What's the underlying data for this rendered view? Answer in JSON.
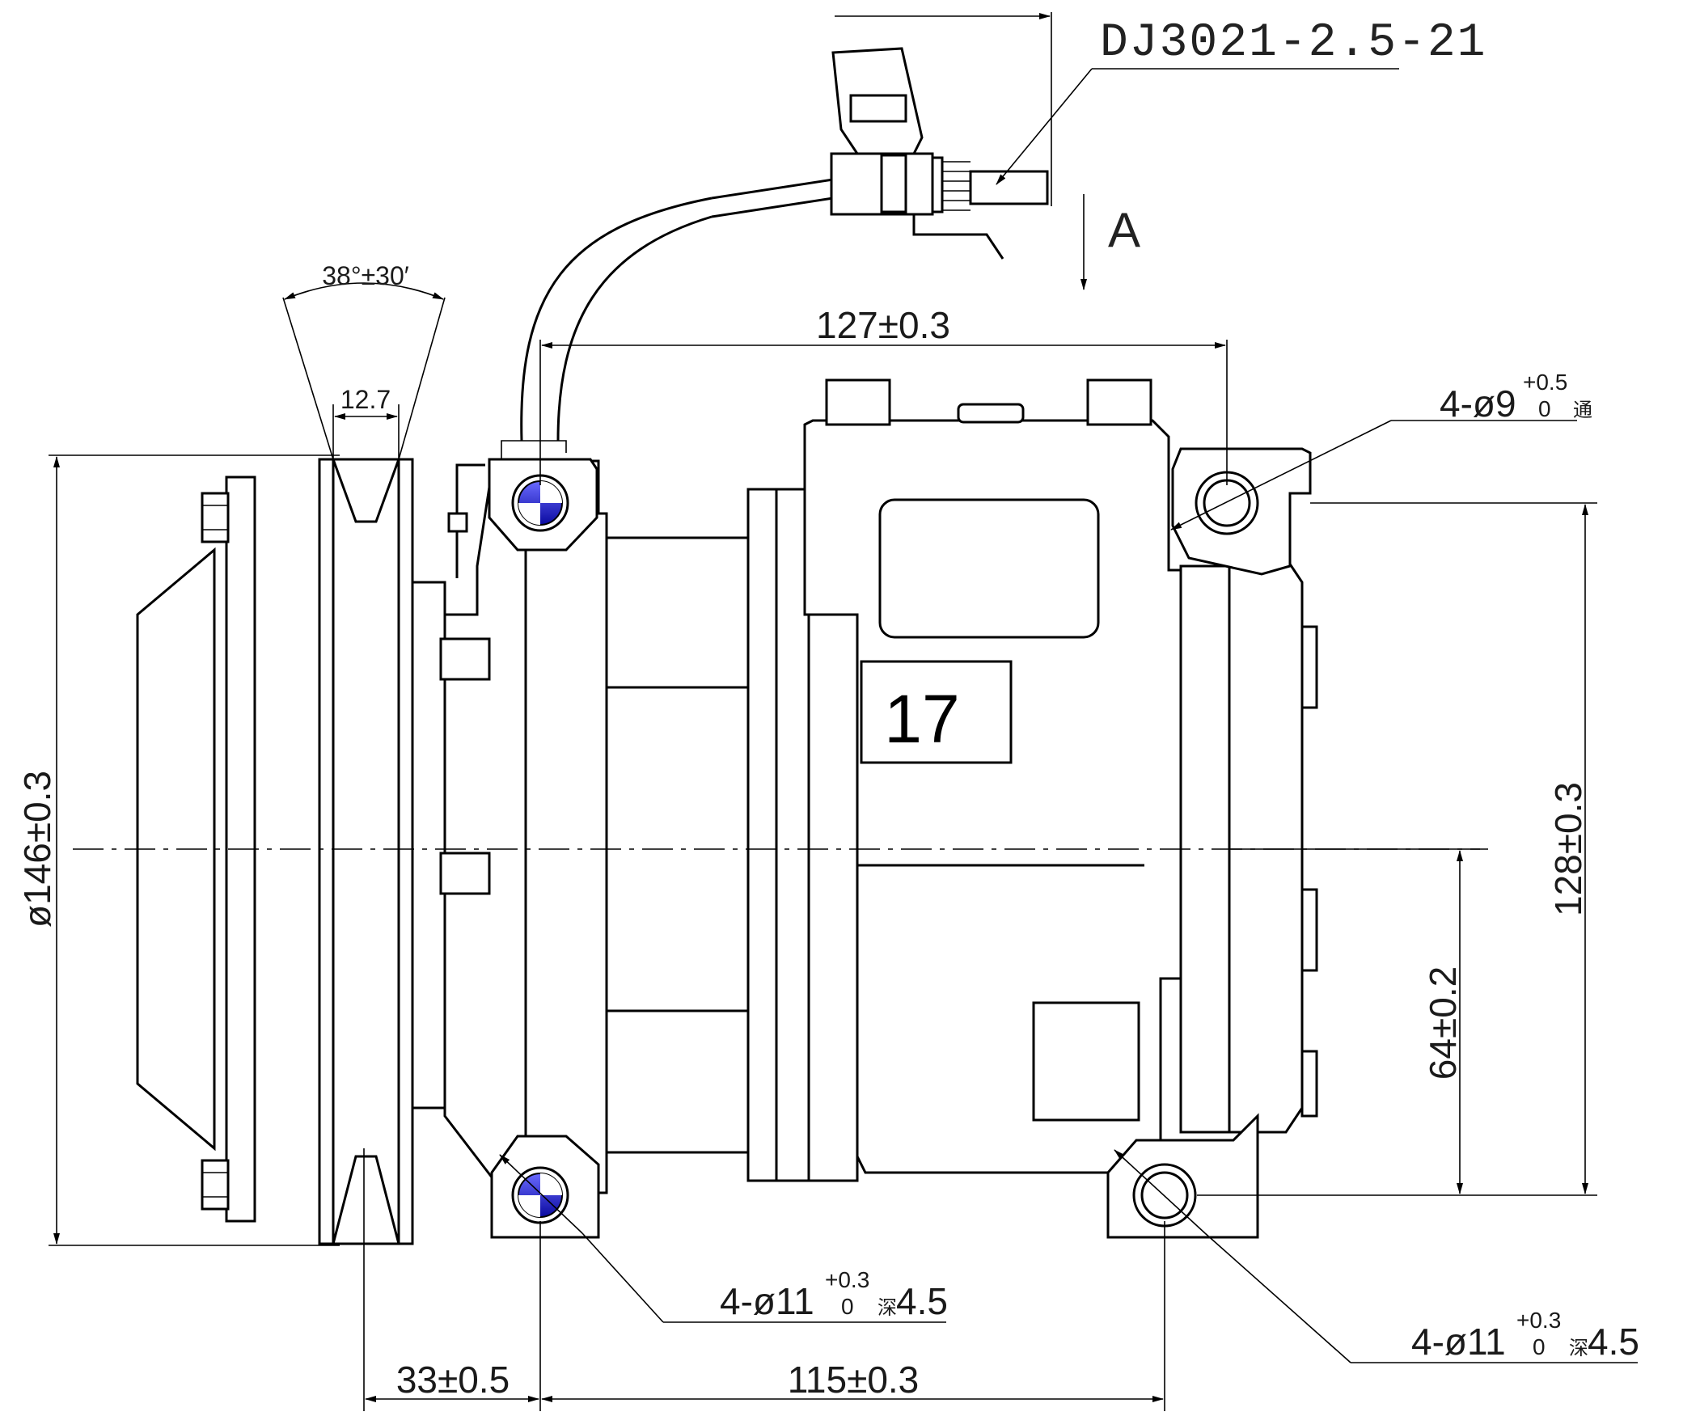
{
  "part_number": "DJ3021-2.5-21",
  "view_label": "A",
  "model_label": "17",
  "angle_dim": "38°±30′",
  "groove_dim": "12.7",
  "dims": {
    "pulley_diameter": "ø146±0.3",
    "width_127": "127±0.3",
    "height_128": "128±0.3",
    "height_64": "64±0.2",
    "offset_33": "33±0.5",
    "width_115": "115±0.3"
  },
  "holes": {
    "top_right": {
      "prefix": "4-ø9",
      "tol_upper": "+0.5",
      "tol_lower": "0",
      "note": "通"
    },
    "bottom_left": {
      "prefix": "4-ø11",
      "tol_upper": "+0.3",
      "tol_lower": "0",
      "note": "深",
      "depth": "4.5"
    },
    "bottom_right": {
      "prefix": "4-ø11",
      "tol_upper": "+0.3",
      "tol_lower": "0",
      "note": "深",
      "depth": "4.5"
    }
  },
  "colors": {
    "ink": "#000000",
    "marker_blue": "#1a1acc",
    "background": "#ffffff"
  }
}
